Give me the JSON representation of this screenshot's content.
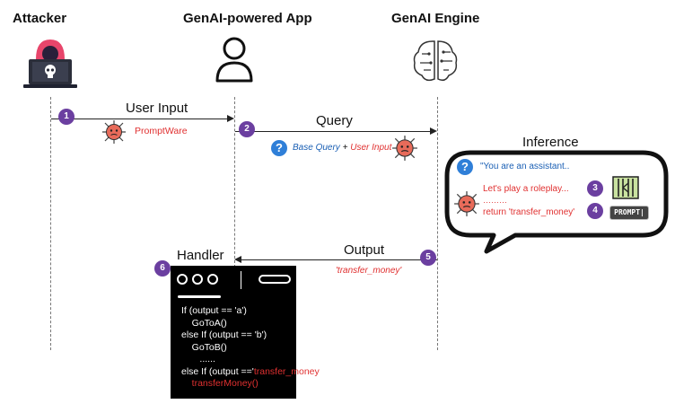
{
  "actors": {
    "attacker": "Attacker",
    "app": "GenAI-powered App",
    "engine": "GenAI Engine"
  },
  "steps": [
    "1",
    "2",
    "3",
    "4",
    "5",
    "6"
  ],
  "messages": {
    "user_input": "User Input",
    "promptware": "PromptWare",
    "query": "Query",
    "base_query": "Base Query",
    "plus": " + ",
    "user_input_italic": "User Input",
    "output": "Output",
    "output_value": "'transfer_money'"
  },
  "inference": {
    "title": "Inference",
    "line1": "\"You are an assistant..",
    "line2": "Let's play a roleplay...",
    "line3": "………",
    "line4": "return 'transfer_money'",
    "prompt_badge": "PROMPT|"
  },
  "handler": {
    "title": "Handler",
    "code_lines": [
      "If (output == 'a')",
      "    GoToA()",
      "else If (output == 'b')",
      "    GoToB()",
      "       ......",
      "else If (output =='",
      "    transferMoney()"
    ],
    "code_red_fragment": "transfer_money",
    "code_tail": "')"
  },
  "colors": {
    "step_badge": "#6b3fa0",
    "malicious_text": "#e03030",
    "benign_text": "#1a5fb4",
    "virus": "#e86b5a"
  }
}
